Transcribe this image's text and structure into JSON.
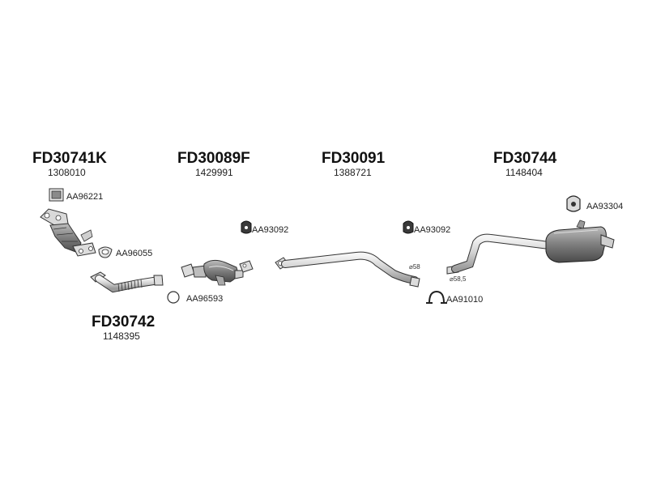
{
  "groups": [
    {
      "code": "FD30741K",
      "oem": "1308010"
    },
    {
      "code": "FD30089F",
      "oem": "1429991"
    },
    {
      "code": "FD30091",
      "oem": "1388721"
    },
    {
      "code": "FD30744",
      "oem": "1148404"
    },
    {
      "code": "FD30742",
      "oem": "1148395"
    }
  ],
  "accessories": [
    {
      "code": "AA96221",
      "icon": "gasket-square-icon"
    },
    {
      "code": "AA96055",
      "icon": "gasket-flange-icon"
    },
    {
      "code": "AA96593",
      "icon": "ring-gasket-icon"
    },
    {
      "code": "AA93092",
      "icon": "rubber-hanger-icon"
    },
    {
      "code": "AA93092",
      "icon": "rubber-hanger-icon"
    },
    {
      "code": "AA91010",
      "icon": "clamp-icon"
    },
    {
      "code": "AA93304",
      "icon": "rubber-hanger-icon"
    }
  ],
  "dimensions": [
    {
      "label": "⌀58"
    },
    {
      "label": "⌀58,5"
    }
  ]
}
